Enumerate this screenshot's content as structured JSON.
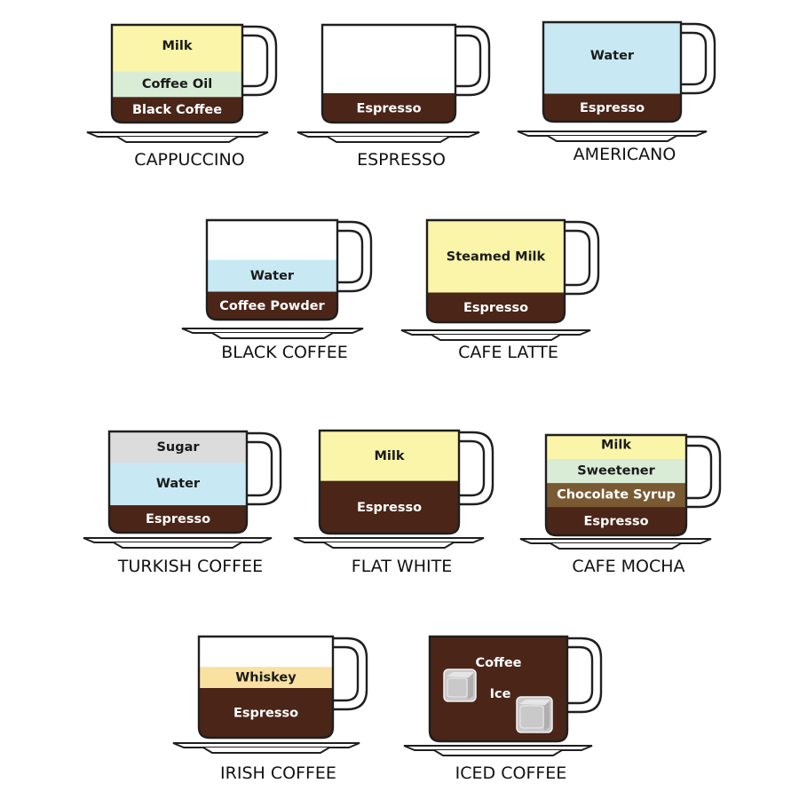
{
  "colors": {
    "espresso": "#4a2518",
    "milk": "#fbf5a9",
    "coffee_oil": "#d9edd6",
    "water": "#c8e9f3",
    "sugar": "#dcdcdc",
    "whiskey": "#f9e1a2",
    "chocolate_syrup": "#7a5a33",
    "outline": "#1f1f1f",
    "dark_text": "#1a1a1a",
    "light_text": "#ffffff"
  },
  "cups": [
    {
      "title": "CAPPUCCINO",
      "layers": [
        {
          "label": "Milk",
          "fraction": 0.52,
          "color": "milk"
        },
        {
          "label": "Coffee Oil",
          "fraction": 0.26,
          "color": "coffee_oil"
        },
        {
          "label": "Black Coffee",
          "fraction": 0.27,
          "color": "espresso"
        }
      ]
    },
    {
      "title": "ESPRESSO",
      "layers": [
        {
          "label": "Espresso",
          "fraction": 0.3,
          "color": "espresso"
        }
      ]
    },
    {
      "title": "AMERICANO",
      "layers": [
        {
          "label": "Water",
          "fraction": 0.76,
          "color": "water"
        },
        {
          "label": "Espresso",
          "fraction": 0.29,
          "color": "espresso"
        }
      ]
    },
    {
      "title": "BLACK COFFEE",
      "layers": [
        {
          "label": "Water",
          "fraction": 0.31,
          "color": "water"
        },
        {
          "label": "Coffee Powder",
          "fraction": 0.29,
          "color": "espresso"
        }
      ]
    },
    {
      "title": "CAFE LATTE",
      "layers": [
        {
          "label": "Steamed Milk",
          "fraction": 0.7,
          "color": "milk"
        },
        {
          "label": "Espresso",
          "fraction": 0.3,
          "color": "espresso"
        }
      ]
    },
    {
      "title": "TURKISH COFFEE",
      "layers": [
        {
          "label": "Sugar",
          "fraction": 0.3,
          "color": "sugar"
        },
        {
          "label": "Water",
          "fraction": 0.42,
          "color": "water"
        },
        {
          "label": "Espresso",
          "fraction": 0.28,
          "color": "espresso"
        }
      ]
    },
    {
      "title": "FLAT WHITE",
      "layers": [
        {
          "label": "Milk",
          "fraction": 0.48,
          "color": "milk"
        },
        {
          "label": "Espresso",
          "fraction": 0.52,
          "color": "espresso"
        }
      ]
    },
    {
      "title": "CAFE MOCHA",
      "layers": [
        {
          "label": "Milk",
          "fraction": 0.27,
          "color": "milk"
        },
        {
          "label": "Sweetener",
          "fraction": 0.24,
          "color": "coffee_oil"
        },
        {
          "label": "Chocolate Syrup",
          "fraction": 0.24,
          "color": "chocolate_syrup"
        },
        {
          "label": "Espresso",
          "fraction": 0.29,
          "color": "espresso"
        }
      ]
    },
    {
      "title": "IRISH COFFEE",
      "layers": [
        {
          "label": "Whiskey",
          "fraction": 0.2,
          "color": "whiskey"
        },
        {
          "label": "Espresso",
          "fraction": 0.5,
          "color": "espresso"
        }
      ]
    },
    {
      "title": "ICED COFFEE",
      "layers": [
        {
          "label": "Coffee",
          "fraction": 1.0,
          "color": "espresso"
        }
      ],
      "extra_label": "Ice",
      "ice_cube_count": 2
    }
  ]
}
